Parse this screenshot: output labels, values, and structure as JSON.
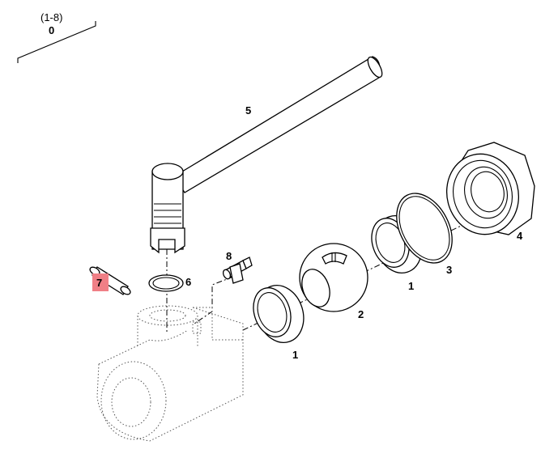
{
  "assembly": {
    "range": "(1-8)",
    "number": "0"
  },
  "callouts": {
    "seat_front": "1",
    "seat_rear": "1",
    "ball": "2",
    "oring_large": "3",
    "nut": "4",
    "handle": "5",
    "oring_stem": "6",
    "pin": "7",
    "grease_fitting": "8"
  },
  "highlight": {
    "part": "7",
    "color": "#f07f86"
  }
}
